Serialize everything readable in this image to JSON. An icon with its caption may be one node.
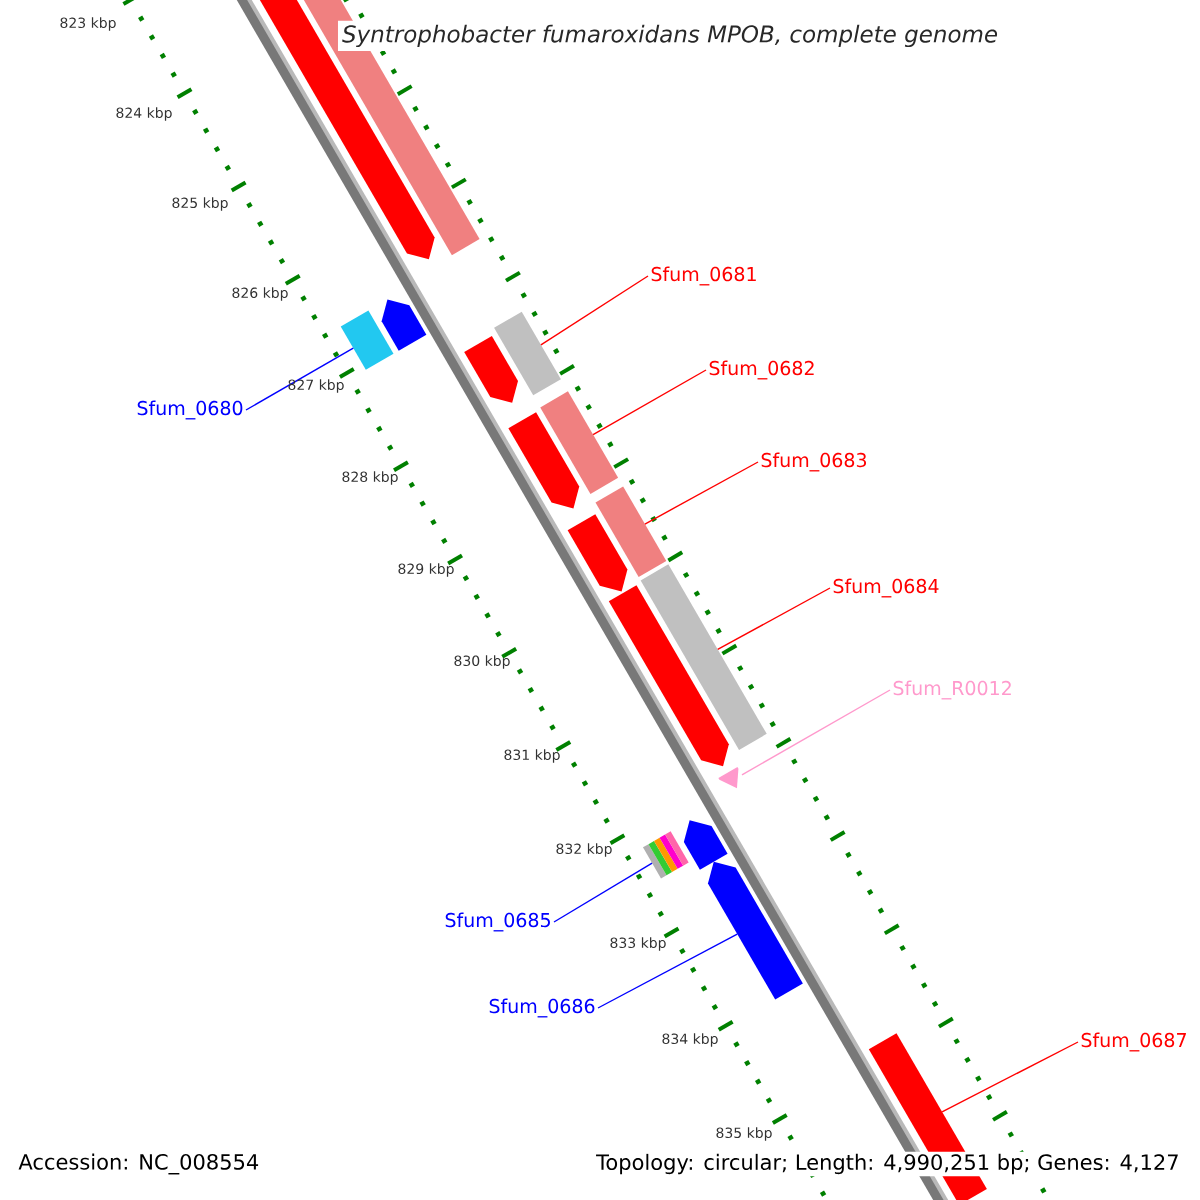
{
  "diagram": {
    "title": "Syntrophobacter fumaroxidans MPOB, complete genome",
    "nodes": [
      {
        "text": [
          "Sfum_0681"
        ]
      },
      {
        "text": [
          "Sfum_0680"
        ]
      },
      {
        "text": [
          "Sfum_0682"
        ]
      },
      {
        "text": [
          "Sfum_0683"
        ]
      },
      {
        "text": [
          "Sfum_0684"
        ]
      },
      {
        "text": [
          "Sfum_R0012"
        ]
      },
      {
        "text": [
          "Sfum_0685"
        ]
      },
      {
        "text": [
          "Sfum_0686"
        ]
      },
      {
        "text": [
          "Sfum_0687"
        ]
      },
      {
        "text": [],
        "shape": "bar"
      },
      {
        "text": [],
        "shape": "bar"
      },
      {
        "text": [],
        "shape": "bar"
      },
      {
        "text": [],
        "shape": "bar"
      },
      {
        "text": [],
        "shape": "bar"
      },
      {
        "text": [],
        "shape": "bar"
      },
      {
        "text": [],
        "shape": "bar"
      },
      {
        "text": [],
        "shape": "bar"
      },
      {
        "text": [],
        "shape": "bar"
      },
      {
        "text": [],
        "shape": "bar"
      },
      {
        "text": [],
        "shape": "bar"
      },
      {
        "text": [],
        "shape": "bar"
      },
      {
        "text": [],
        "shape": "bar"
      },
      {
        "text": [],
        "shape": "bar"
      },
      {
        "text": [],
        "shape": "bar"
      },
      {
        "text": [],
        "shape": "bar"
      },
      {
        "text": [],
        "shape": "bar"
      }
    ],
    "edges": [
      {
        "from": 0,
        "to": 9,
        "arrow": "none"
      },
      {
        "from": 1,
        "to": 10,
        "arrow": "none",
        "color": "#0000ff"
      },
      {
        "from": 2,
        "to": 11,
        "arrow": "none"
      },
      {
        "from": 3,
        "to": 12,
        "arrow": "none"
      },
      {
        "from": 4,
        "to": 13,
        "arrow": "none"
      },
      {
        "from": 5,
        "to": 14,
        "arrow": "none",
        "color": "#ff99cc"
      },
      {
        "from": 6,
        "to": 15,
        "arrow": "none",
        "color": "#0000ff"
      },
      {
        "from": 7,
        "to": 16,
        "arrow": "none",
        "color": "#0000ff"
      },
      {
        "from": 8,
        "to": 17,
        "arrow": "none"
      }
    ],
    "labels": [
      "823 kbp",
      "824 kbp",
      "825 kbp",
      "826 kbp",
      "827 kbp",
      "828 kbp",
      "829 kbp",
      "830 kbp",
      "831 kbp",
      "832 kbp",
      "833 kbp",
      "834 kbp",
      "835 kbp",
      "Accession: NC_008554",
      "Topology: circular; Length: 4,990,251 bp; Genes: 4,127"
    ]
  }
}
